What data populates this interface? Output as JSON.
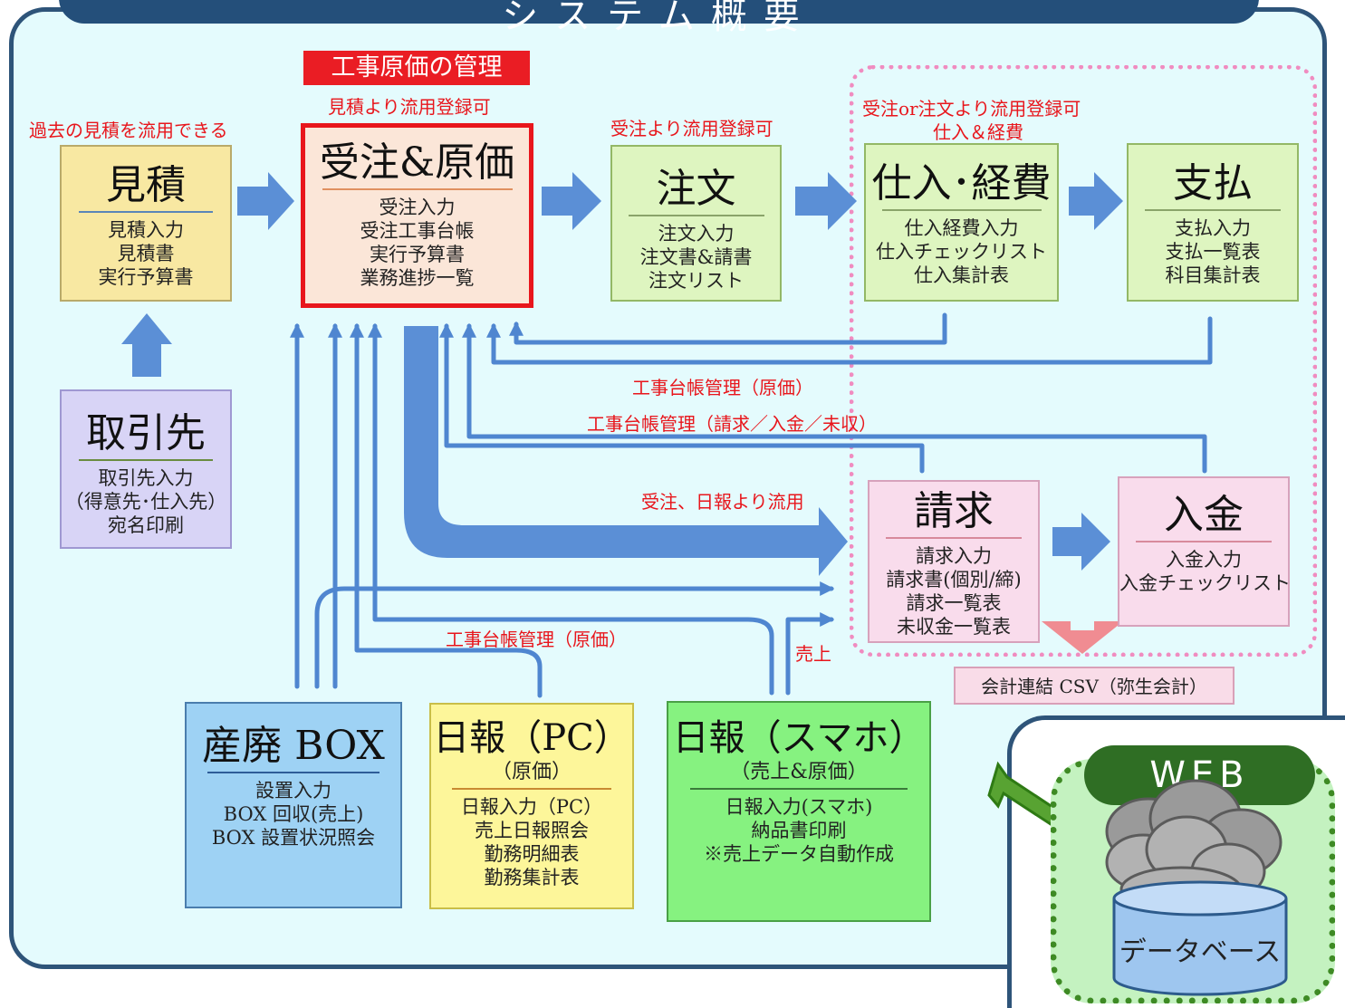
{
  "title": "システム概要",
  "boxes": {
    "mitsumori": {
      "heading": "見積",
      "lines": [
        "見積入力",
        "見積書",
        "実行予算書"
      ]
    },
    "torihikisaki": {
      "heading": "取引先",
      "lines": [
        "取引先入力",
        "（得意先･仕入先）",
        "宛名印刷"
      ]
    },
    "juchu": {
      "badge": "工事原価の管理",
      "heading": "受注&原価",
      "lines": [
        "受注入力",
        "受注工事台帳",
        "実行予算書",
        "業務進捗一覧"
      ]
    },
    "chumon": {
      "heading": "注文",
      "lines": [
        "注文入力",
        "注文書&請書",
        "注文リスト"
      ]
    },
    "shiire": {
      "heading": "仕入･経費",
      "lines": [
        "仕入経費入力",
        "仕入チェックリスト",
        "仕入集計表"
      ]
    },
    "shiharai": {
      "heading": "支払",
      "lines": [
        "支払入力",
        "支払一覧表",
        "科目集計表"
      ]
    },
    "seikyu": {
      "heading": "請求",
      "lines": [
        "請求入力",
        "請求書(個別/締)",
        "請求一覧表",
        "未収金一覧表"
      ]
    },
    "nyukin": {
      "heading": "入金",
      "lines": [
        "入金入力",
        "入金チェックリスト"
      ]
    },
    "sanpai": {
      "heading": "産廃 BOX",
      "lines": [
        "設置入力",
        "BOX 回収(売上)",
        "BOX 設置状況照会"
      ]
    },
    "nippo_pc": {
      "heading": "日報（PC）",
      "sub": "（原価）",
      "lines": [
        "日報入力（PC）",
        "売上日報照会",
        "勤務明細表",
        "勤務集計表"
      ]
    },
    "nippo_sp": {
      "heading": "日報（スマホ）",
      "sub": "（売上&原価）",
      "lines": [
        "日報入力(スマホ)",
        "納品書印刷",
        "※売上データ自動作成"
      ]
    }
  },
  "annotations": {
    "past_estimate": "過去の見積を流用できる",
    "from_estimate": "見積より流用登録可",
    "from_order": "受注より流用登録可",
    "from_order_or_po_1": "受注or注文より流用登録可",
    "from_order_or_po_2": "仕入＆経費",
    "ledger_cost": "工事台帳管理（原価）",
    "ledger_billing": "工事台帳管理（請求／入金／未収）",
    "from_order_daily": "受注、日報より流用",
    "ledger_cost_2": "工事台帳管理（原価）",
    "sales": "売上"
  },
  "csv_label": "会計連結 CSV（弥生会計）",
  "web": {
    "label": "WEB",
    "database": "データベース"
  },
  "colors": {
    "panel_bg": "#e4fbfd",
    "panel_border": "#2e5479",
    "arrow_blue": "#5b8fd6",
    "line_blue": "#4f86d0",
    "red_text": "#e8161c",
    "web_green": "#2f6e24"
  }
}
